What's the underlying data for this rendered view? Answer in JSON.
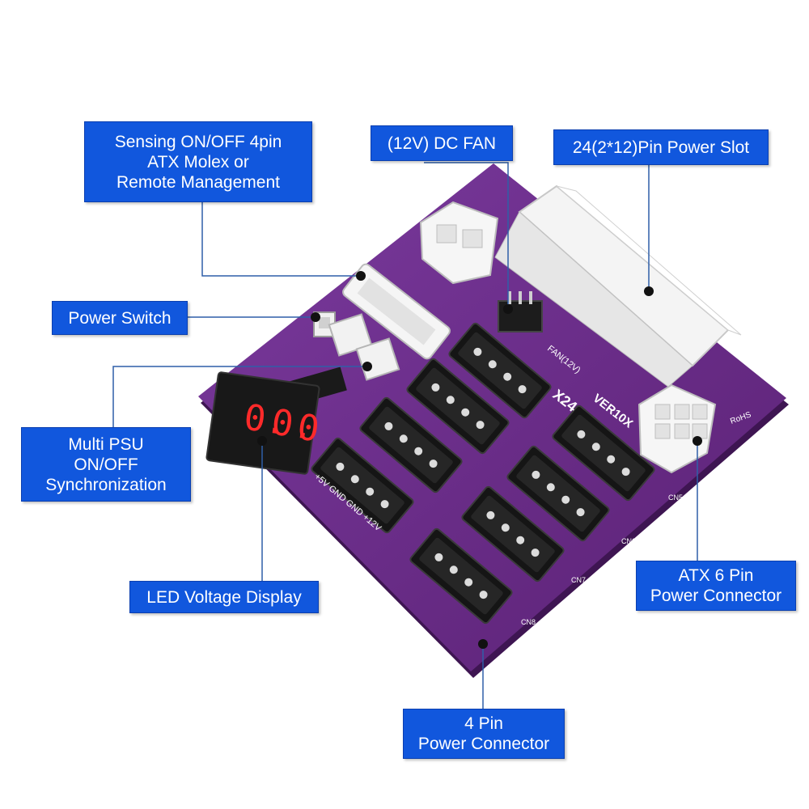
{
  "labels": {
    "sensing": [
      "Sensing ON/OFF 4pin",
      "ATX Molex or",
      "Remote Management"
    ],
    "fan": "(12V) DC FAN",
    "slot24": "24(2*12)Pin Power Slot",
    "power_switch": "Power Switch",
    "multi_psu": [
      "Multi PSU",
      "ON/OFF",
      "Synchronization"
    ],
    "led_display": "LED Voltage Display",
    "atx6": [
      "ATX 6 Pin",
      "Power Connector"
    ],
    "pin4": [
      "4 Pin",
      "Power Connector"
    ]
  },
  "board": {
    "model": "X24",
    "version": "VER10X",
    "fan_silk": "FAN(12V)",
    "rohs": "RoHS",
    "led_digits": [
      "0.",
      "0.",
      "0"
    ],
    "molex_pinout": "+5V GND GND +12V",
    "connector_ids": [
      "CN5",
      "CN6",
      "CN7",
      "CN8"
    ]
  },
  "colors": {
    "callout_fill": "#1157dd",
    "callout_text": "#ffffff",
    "board_purple": "#6b2a8a",
    "led_red": "#ff2a2a"
  }
}
